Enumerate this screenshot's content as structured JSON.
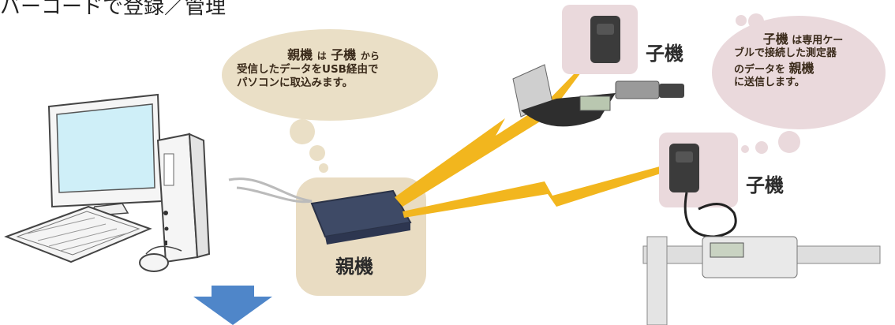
{
  "header": {
    "title": "バーコードで登録／管理"
  },
  "bubble_parent": {
    "line1_a": "親機",
    "line1_b": "は",
    "line1_c": "子機",
    "line1_d": "から",
    "line2": "受信したデータをUSB経由で",
    "line3": "パソコンに取込みます。"
  },
  "bubble_child": {
    "line1_a": "子機",
    "line1_b": "は専用ケー",
    "line2": "ブルで接続した測定器",
    "line3_a": "のデータを",
    "line3_b": "親機",
    "line4": "に送信します。"
  },
  "labels": {
    "parent_unit": "親機",
    "child_unit_top": "子機",
    "child_unit_bottom": "子機"
  },
  "colors": {
    "parent_bubble": "#eadfc6",
    "child_bubble": "#ead9dc",
    "lightning": "#f2b61e",
    "arrow": "#4f86c9",
    "parent_box_bg": "#e9dcc2"
  }
}
